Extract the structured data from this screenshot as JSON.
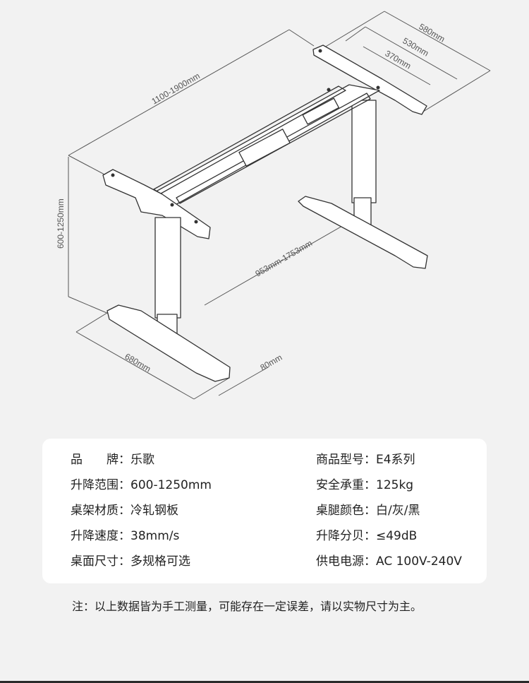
{
  "dimensions": {
    "width_range": "1100-1900mm",
    "height_range": "600-1250mm",
    "top_depth": "580mm",
    "inner_depth": "530mm",
    "mount_spacing": "370mm",
    "feet_span": "953mm-1753mm",
    "foot_length": "680mm",
    "foot_width": "80mm"
  },
  "specs": {
    "left": [
      {
        "label": "品　　牌：",
        "value": "乐歌"
      },
      {
        "label": "升降范围：",
        "value": "600-1250mm"
      },
      {
        "label": "桌架材质：",
        "value": "冷轧钢板"
      },
      {
        "label": "升降速度：",
        "value": "38mm/s"
      },
      {
        "label": "桌面尺寸：",
        "value": "多规格可选"
      }
    ],
    "right": [
      {
        "label": "商品型号：",
        "value": "E4系列"
      },
      {
        "label": "安全承重：",
        "value": "125kg"
      },
      {
        "label": "桌腿颜色：",
        "value": "白/灰/黑"
      },
      {
        "label": "升降分贝：",
        "value": "≤49dB"
      },
      {
        "label": "供电电源：",
        "value": " AC 100V-240V"
      }
    ]
  },
  "note": "注：以上数据皆为手工测量，可能存在一定误差，请以实物尺寸为主。"
}
